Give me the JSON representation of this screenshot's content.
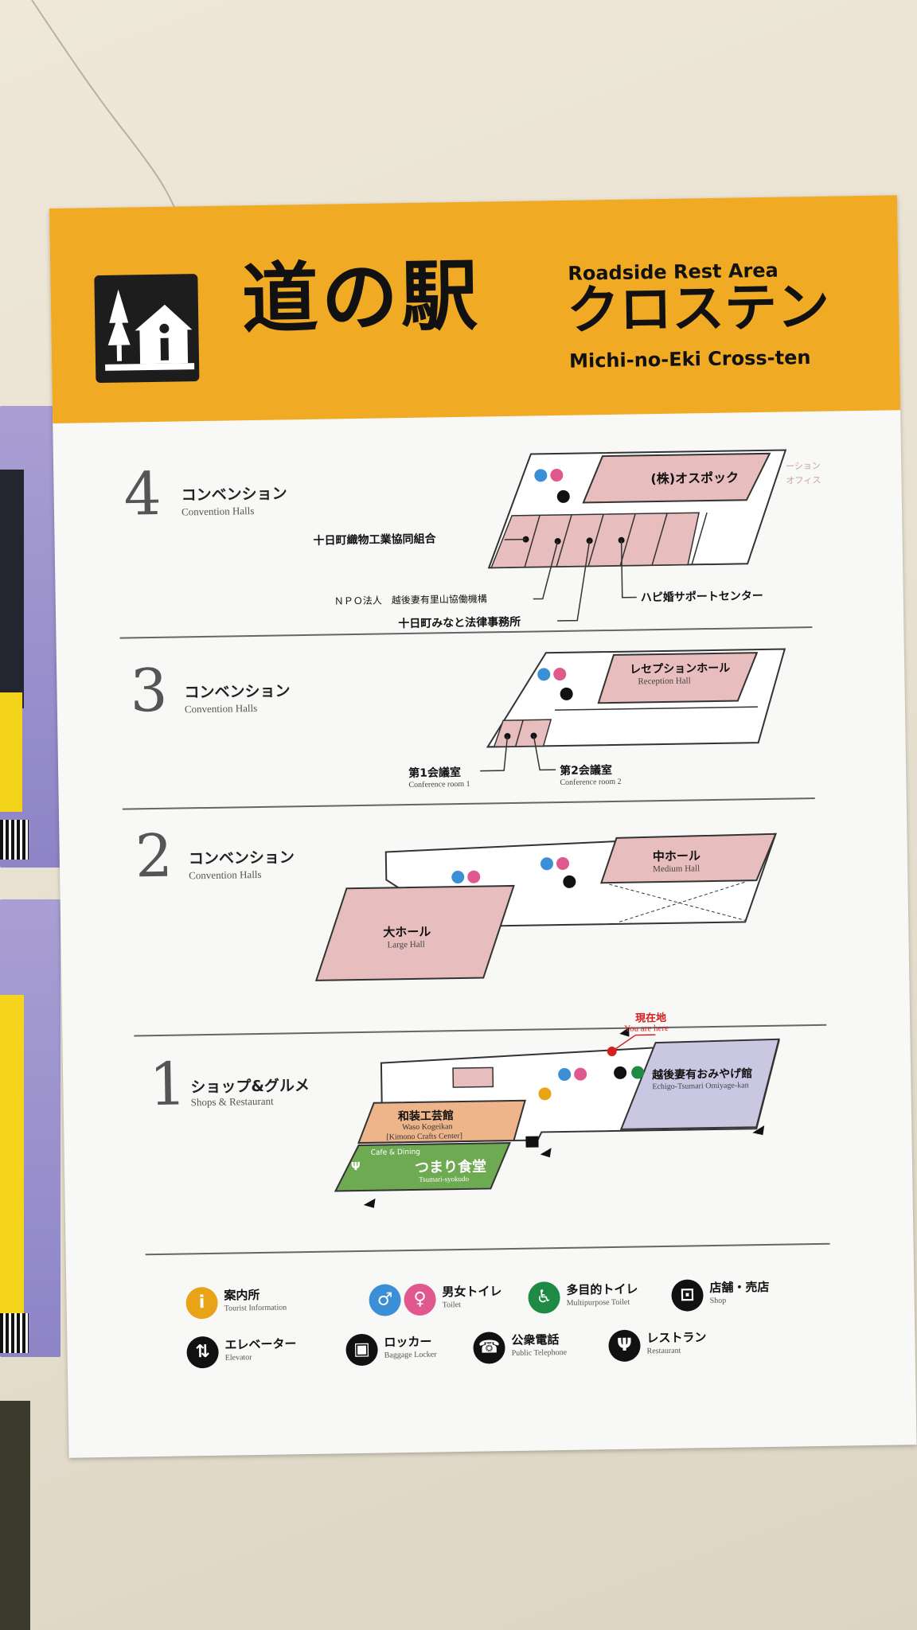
{
  "header": {
    "title_jp": "道の駅",
    "title_en_top": "Roadside Rest Area",
    "title_kana": "クロステン",
    "title_en_bottom": "Michi-no-Eki  Cross-ten"
  },
  "floors": [
    {
      "number": "4",
      "name_jp": "コンベンション",
      "name_en": "Convention Halls",
      "rooms": {
        "osupokku": "(株)オスポック",
        "office_faded": "ーション\nオフィス",
        "orimono": "十日町織物工業協同組合",
        "npo": "ＮＰＯ法人　越後妻有里山協働機構",
        "minato": "十日町みなと法律事務所",
        "hapikon": "ハピ婚サポートセンター"
      }
    },
    {
      "number": "3",
      "name_jp": "コンベンション",
      "name_en": "Convention Halls",
      "rooms": {
        "reception_jp": "レセプションホール",
        "reception_en": "Reception Hall",
        "conf1_jp": "第1会議室",
        "conf1_en": "Conference room 1",
        "conf2_jp": "第2会議室",
        "conf2_en": "Conference room 2"
      }
    },
    {
      "number": "2",
      "name_jp": "コンベンション",
      "name_en": "Convention Halls",
      "rooms": {
        "medium_jp": "中ホール",
        "medium_en": "Medium Hall",
        "large_jp": "大ホール",
        "large_en": "Large Hall"
      }
    },
    {
      "number": "1",
      "name_jp": "ショップ&グルメ",
      "name_en": "Shops & Restaurant",
      "rooms": {
        "here_jp": "現在地",
        "here_en": "You are here",
        "omiyage_jp": "越後妻有おみやげ館",
        "omiyage_en": "Echigo-Tsumari Omiyage-kan",
        "waso_jp": "和装工芸館",
        "waso_en": "Waso Kogeikan",
        "waso_en2": "[Kimono Crafts Center]",
        "cafe_small": "Cafe & Dining",
        "cafe_jp": "つまり食堂",
        "cafe_en": "Tsumari-syokudo"
      }
    }
  ],
  "legend": [
    {
      "id": "info",
      "jp": "案内所",
      "en": "Tourist Information",
      "color": "#e8a317",
      "glyph": "i"
    },
    {
      "id": "toilet",
      "jp": "男女トイレ",
      "en": "Toilet",
      "color": "#3a8fd6",
      "glyph": "♂"
    },
    {
      "id": "multi",
      "jp": "多目的トイレ",
      "en": "Multipurpose Toilet",
      "color": "#1f8a43",
      "glyph": "♿"
    },
    {
      "id": "shop",
      "jp": "店舗・売店",
      "en": "Shop",
      "color": "#111111",
      "glyph": "⊡"
    },
    {
      "id": "elevator",
      "jp": "エレベーター",
      "en": "Elevator",
      "color": "#111111",
      "glyph": "⇅"
    },
    {
      "id": "locker",
      "jp": "ロッカー",
      "en": "Baggage Locker",
      "color": "#111111",
      "glyph": "▣"
    },
    {
      "id": "phone",
      "jp": "公衆電話",
      "en": "Public Telephone",
      "color": "#111111",
      "glyph": "☎"
    },
    {
      "id": "restaurant",
      "jp": "レストラン",
      "en": "Restaurant",
      "color": "#111111",
      "glyph": "Ψ"
    }
  ],
  "colors": {
    "header": "#f0aa24",
    "room_pink": "#e8bdbd",
    "room_salmon": "#eeb48a",
    "room_lavender": "#c9c7e2",
    "cafe_green": "#6eaa52",
    "here_red": "#d61f1f"
  }
}
